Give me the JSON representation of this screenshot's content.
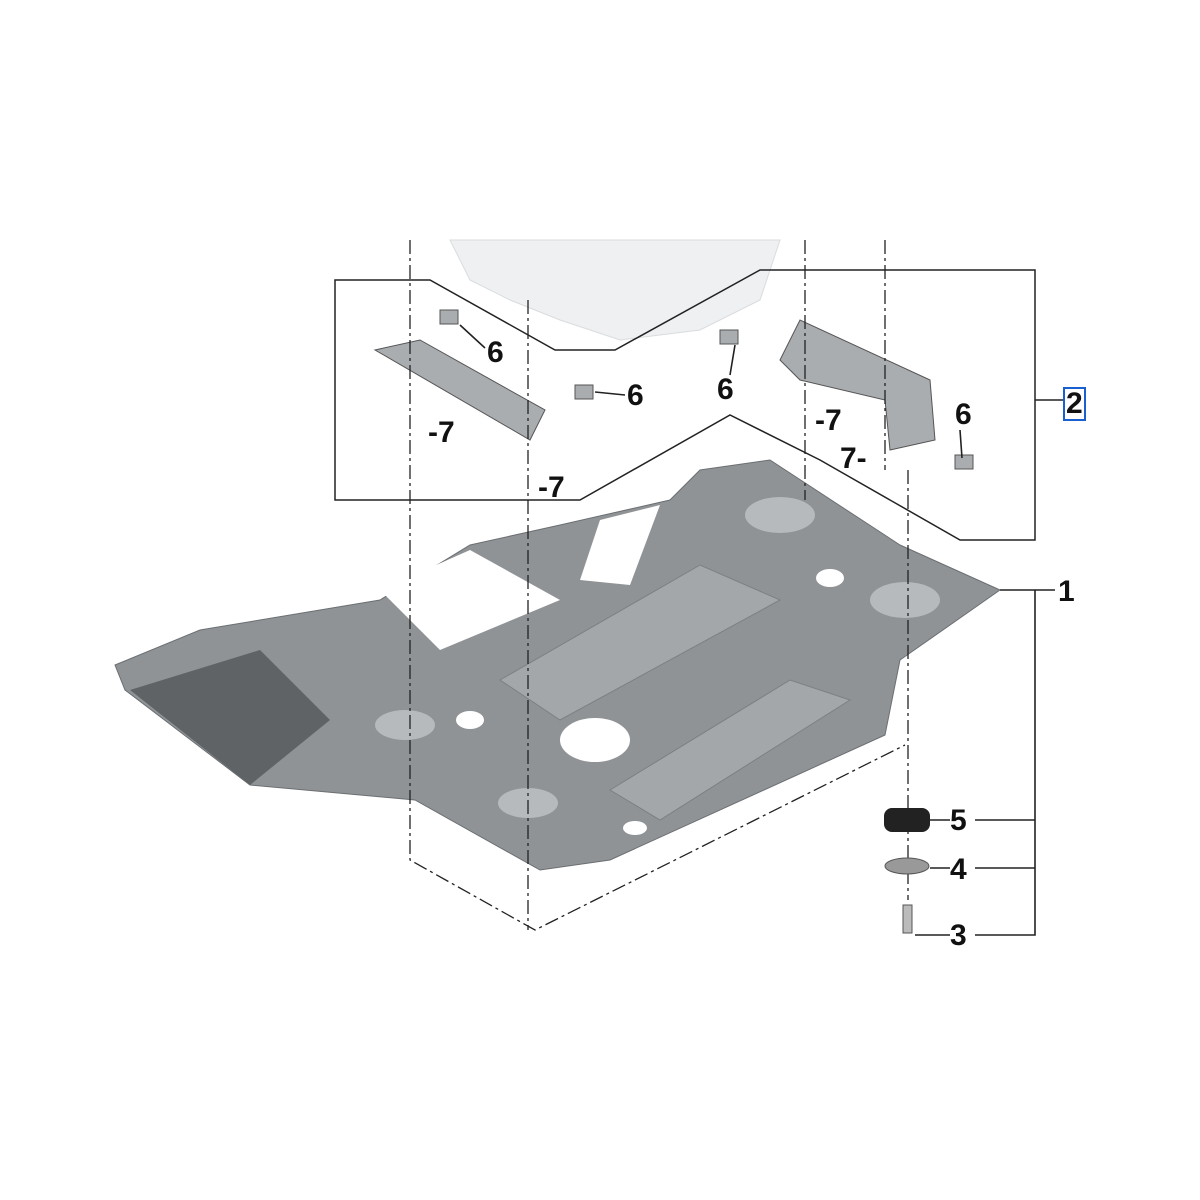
{
  "diagram": {
    "callouts": [
      {
        "id": "1",
        "text": "1"
      },
      {
        "id": "2",
        "text": "2",
        "highlighted": true
      },
      {
        "id": "3",
        "text": "3"
      },
      {
        "id": "4",
        "text": "4"
      },
      {
        "id": "5",
        "text": "5"
      },
      {
        "id": "6a",
        "text": "6"
      },
      {
        "id": "6b",
        "text": "6"
      },
      {
        "id": "6c",
        "text": "6"
      },
      {
        "id": "6d",
        "text": "6"
      },
      {
        "id": "7a",
        "text": "-7"
      },
      {
        "id": "7b",
        "text": "-7"
      },
      {
        "id": "7c",
        "text": "-7"
      },
      {
        "id": "7d",
        "text": "7-"
      }
    ],
    "colors": {
      "plate": "#8f9396",
      "plate_dark": "#6b6f72",
      "highlight": "#1a5fd0"
    }
  }
}
